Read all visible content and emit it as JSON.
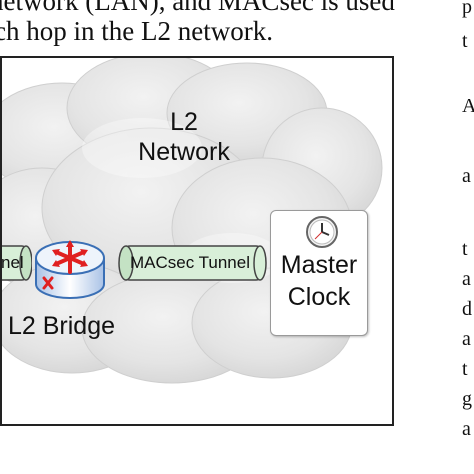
{
  "paper": {
    "lines": [
      "network (LAN), and MACsec is used",
      "ch hop in the L2 network."
    ],
    "right_column": [
      "p",
      "t",
      "A",
      "a",
      "t",
      "a",
      "d",
      "a",
      "t",
      "g",
      "a"
    ]
  },
  "diagram": {
    "network_title_line1": "L2",
    "network_title_line2": "Network",
    "left_tunnel_label": "nel",
    "right_tunnel_label": "MACsec Tunnel",
    "bridge_label": "L2 Bridge",
    "master_label_line1": "Master",
    "master_label_line2": "Clock",
    "colors": {
      "tunnel_fill": "#d8efd8",
      "router_blue": "#3a6fb5",
      "router_arrows": "#e02020",
      "cloud": "#e6e6e6"
    },
    "icons": [
      "cloud-shape",
      "router-icon",
      "clock-icon"
    ]
  }
}
